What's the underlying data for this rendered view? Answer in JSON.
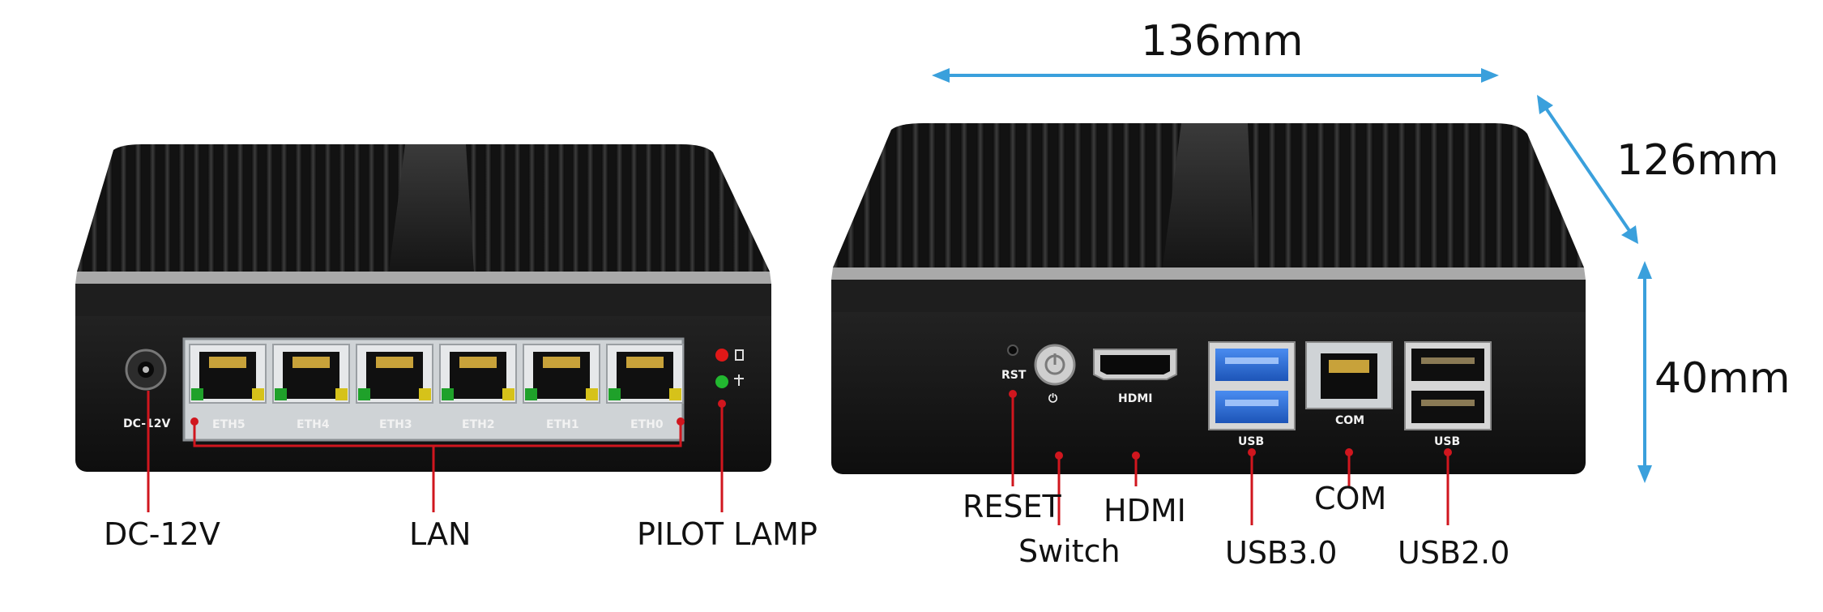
{
  "dimensions": {
    "width": "136mm",
    "depth": "126mm",
    "height": "40mm",
    "arrow_color": "#3aa0dc"
  },
  "left_device": {
    "port_labels": {
      "dc": "DC-12V",
      "eth5": "ETH5",
      "eth4": "ETH4",
      "eth3": "ETH3",
      "eth2": "ETH2",
      "eth1": "ETH1",
      "eth0": "ETH0"
    },
    "callouts": {
      "dc": "DC-12V",
      "lan": "LAN",
      "pilot_lamp": "PILOT LAMP"
    }
  },
  "right_device": {
    "port_labels": {
      "rst": "RST",
      "power_symbol": "⏻",
      "hdmi": "HDMI",
      "usb3": "USB",
      "com": "COM",
      "usb2": "USB"
    },
    "callouts": {
      "reset": "RESET",
      "switch": "Switch",
      "hdmi": "HDMI",
      "usb3": "USB3.0",
      "com": "COM",
      "usb2": "USB2.0"
    }
  },
  "colors": {
    "callout_line": "#d0161e",
    "device_body": "#1b1b1b",
    "usb3_blue": "#2f6fd6",
    "led_red": "#e01818",
    "led_green": "#22b830"
  }
}
